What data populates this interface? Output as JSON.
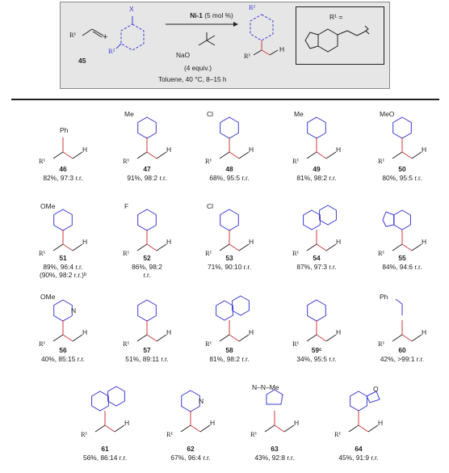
{
  "scheme": {
    "reagent_number": "45",
    "catalyst": "Ni-1",
    "catalyst_loading": "(5 mol %)",
    "base_label": "NaO",
    "base_equiv": "(4 equiv.)",
    "conditions": "Toluene, 40 °C, 8–15 h",
    "r1_definition": "R¹ =",
    "plus": "+",
    "x_label": "X",
    "r1": "R¹",
    "r2": "R²",
    "h": "H"
  },
  "colors": {
    "blue": "#3b3bd6",
    "red": "#d23a3a",
    "grey_box": "#e6e6e6"
  },
  "products": [
    {
      "id": "46",
      "yield": "82%, 97:3 r.r.",
      "sub": "Ph"
    },
    {
      "id": "47",
      "yield": "91%, 98:2 r.r.",
      "sub": "Me"
    },
    {
      "id": "48",
      "yield": "68%, 95:5 r.r.",
      "sub": "Cl"
    },
    {
      "id": "49",
      "yield": "81%, 98:2 r.r.",
      "sub": "Me"
    },
    {
      "id": "50",
      "yield": "80%, 95:5 r.r.",
      "sub": "MeO"
    },
    {
      "id": "51",
      "yield": "89%, 96:4 r.r.",
      "yield2": "(90%, 98:2 r.r.)ᵇ",
      "sub": "OMe"
    },
    {
      "id": "52",
      "yield": "86%, 98:2",
      "yield2": "r.r.",
      "sub": "F"
    },
    {
      "id": "53",
      "yield": "71%, 90:10 r.r.",
      "sub": "Cl"
    },
    {
      "id": "54",
      "yield": "87%, 97:3 r.r."
    },
    {
      "id": "55",
      "yield": "84%, 94:6 r.r."
    },
    {
      "id": "56",
      "yield": "40%, 85:15 r.r.",
      "sub": "OMe",
      "n": "N"
    },
    {
      "id": "57",
      "yield": "51%, 89:11 r.r."
    },
    {
      "id": "58",
      "yield": "81%, 98:2 r.r."
    },
    {
      "id": "59ᶜ",
      "yield": "34%, 95:5 r.r."
    },
    {
      "id": "60",
      "yield": "42%, >99:1 r.r.",
      "sub": "Ph"
    },
    {
      "id": "61",
      "yield": "56%, 86:14 r.r."
    },
    {
      "id": "62",
      "yield": "67%, 96:4 r.r.",
      "n": "N"
    },
    {
      "id": "63",
      "yield": "43%, 92:8 r.r.",
      "sub": "N–N–Me"
    },
    {
      "id": "64",
      "yield": "45%, 91:9 r.r.",
      "o": "O"
    }
  ]
}
